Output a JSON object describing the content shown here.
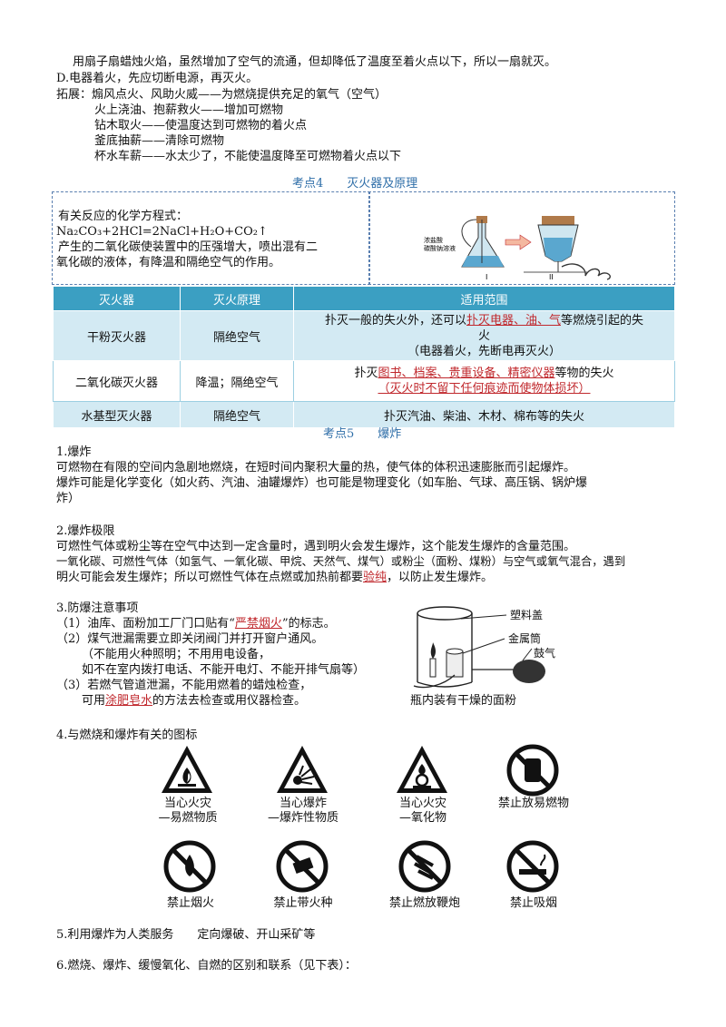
{
  "intro_lines": [
    "用扇子扇蜡烛火焰，虽然增加了空气的流通，但却降低了温度至着火点以下，所以一扇就灭。",
    "D.电器着火，先应切断电源，再灭火。",
    "拓展：煽风点火、风助火威——为燃烧提供充足的氧气（空气）",
    "火上浇油、抱薪救火——增加可燃物",
    "钻木取火——使温度达到可燃物的着火点",
    "釜底抽薪——清除可燃物",
    "杯水车薪——水太少了，不能使温度降至可燃物着火点以下"
  ],
  "k4": {
    "title": "考点4　　灭火器及原理",
    "eq_label": "有关反应的化学方程式：",
    "equation": "Na₂CO₃+2HCl=2NaCl+H₂O+CO₂↑",
    "desc1": "产生的二氧化碳使装置中的压强增大，喷出混有二",
    "desc2": "氧化碳的液体，有降温和隔绝空气的作用。",
    "fig_label1": "浓盐酸",
    "fig_label2": "碳酸钠溶液",
    "fig_i": "I",
    "fig_ii": "II"
  },
  "table": {
    "headers": [
      "灭火器",
      "灭火原理",
      "适用范围"
    ],
    "rows": [
      {
        "name": "干粉灭火器",
        "principle": "隔绝空气",
        "scope_a": "扑灭一般的失火外，还可以",
        "scope_red": "扑灭电器、油、气",
        "scope_b": "等燃烧引起的失",
        "scope_c": "火",
        "scope_d": "（电器着火，先断电再灭火）"
      },
      {
        "name": "二氧化碳灭火器",
        "principle": "降温；隔绝空气",
        "scope_a": "扑灭",
        "scope_red": "图书、档案、贵重设备、精密仪器",
        "scope_b": "等物的失火",
        "scope_red2": "（灭火时不留下任何痕迹而使物体损坏）"
      },
      {
        "name": "水基型灭火器",
        "principle": "隔绝空气",
        "scope": "扑灭汽油、柴油、木材、棉布等的失火"
      }
    ]
  },
  "k5": {
    "title": "考点5　　爆炸",
    "s1_title": "1.爆炸",
    "s1_l1": "可燃物在有限的空间内急剧地燃烧，在短时间内聚积大量的热，使气体的体积迅速膨胀而引起爆炸。",
    "s1_l2": "爆炸可能是化学变化（如火药、汽油、油罐爆炸）也可能是物理变化（如车胎、气球、高压锅、锅炉爆",
    "s1_l3": "炸）",
    "s2_title": "2.爆炸极限",
    "s2_l1": "可燃性气体或粉尘等在空气中达到一定含量时，遇到明火会发生爆炸，这个能发生爆炸的含量范围。",
    "s2_l2": "一氧化碳、可燃性气体（如氢气、一氧化碳、甲烷、天然气、煤气）或粉尘（面粉、煤粉）与空气或氧气混合，遇到",
    "s2_l3a": "明火可能会发生爆炸；所以可燃性气体在点燃或加热前都要",
    "s2_l3red": "验纯",
    "s2_l3b": "，以防止发生爆炸。",
    "s3_title": "3.防爆注意事项",
    "s3_l1a": "（1）油库、面粉加工厂门口贴有“",
    "s3_l1red": "严禁烟火",
    "s3_l1b": "”的标志。",
    "s3_l2": "（2）煤气泄漏需要立即关闭阀门并打开窗户通风。",
    "s3_l3": "（不能用火种照明；不用用电设备，",
    "s3_l4": "如不在室内拨打电话、不能开电灯、不能开排气扇等）",
    "s3_l5": "（3）若燃气管道泄漏，不能用燃着的蜡烛检查，",
    "s3_l6a": "可用",
    "s3_l6red": "涂肥皂水",
    "s3_l6b": "的方法去检查或用仪器检查。",
    "fig_cap1": "塑料盖",
    "fig_cap2": "金属筒",
    "fig_cap3": "鼓气",
    "fig_cap4": "瓶内装有干燥的面粉",
    "s4_title": "4.与燃烧和爆炸有关的图标",
    "signs": [
      {
        "l1": "当心火灾",
        "l2": "—易燃物质"
      },
      {
        "l1": "当心爆炸",
        "l2": "—爆炸性物质"
      },
      {
        "l1": "当心火灾",
        "l2": "—氧化物"
      },
      {
        "l1": "禁止放易燃物",
        "l2": ""
      },
      {
        "l1": "禁止烟火",
        "l2": ""
      },
      {
        "l1": "禁止带火种",
        "l2": ""
      },
      {
        "l1": "禁止燃放鞭炮",
        "l2": ""
      },
      {
        "l1": "禁止吸烟",
        "l2": ""
      }
    ],
    "s5": "5.利用爆炸为人类服务　　定向爆破、开山采矿等",
    "s6": "6.燃烧、爆炸、缓慢氧化、自燃的区别和联系（见下表）："
  },
  "colors": {
    "accent": "#2e6ea8",
    "header": "#3b9fc2",
    "row": "#d3eaf3",
    "emph": "#c0282d"
  }
}
